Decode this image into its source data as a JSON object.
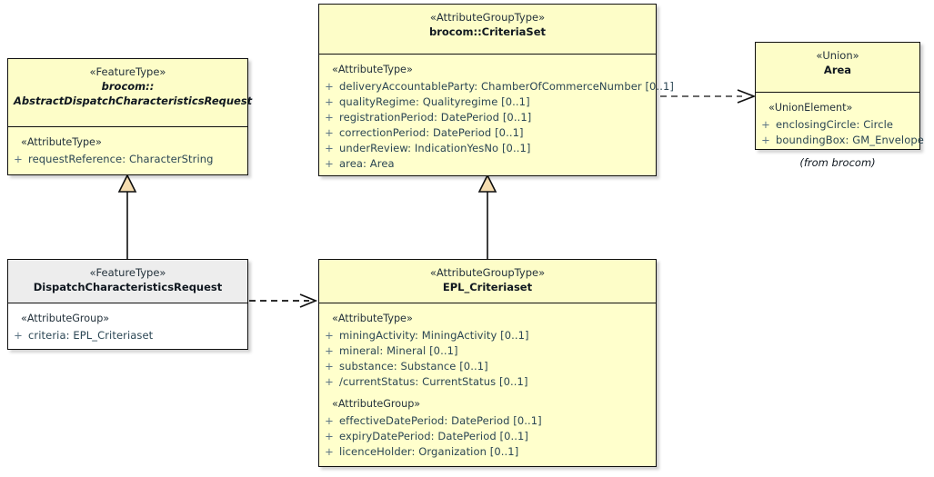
{
  "diagram": {
    "type": "UML class diagram",
    "background": "#ffffff",
    "fill_yellow": "#ffffcc",
    "fill_gray_header": "#ededed",
    "border_color": "#0f0f0f",
    "attribute_text_color": "#2b4654",
    "generalization_arrow_fill": "#f5ddb0"
  },
  "classes": {
    "abstract_dispatch": {
      "stereotype": "«FeatureType»",
      "name_line1": "brocom::",
      "name_line2": "AbstractDispatchCharacteristicsRequest",
      "italic": true,
      "header_style": "yellow",
      "compartments": [
        {
          "group_label": "«AttributeType»",
          "attributes": [
            {
              "visibility": "+",
              "text": "requestReference: CharacterString"
            }
          ]
        }
      ]
    },
    "criteria_set": {
      "stereotype": "«AttributeGroupType»",
      "name_line1": "brocom::CriteriaSet",
      "italic": false,
      "header_style": "yellow",
      "compartments": [
        {
          "group_label": "«AttributeType»",
          "attributes": [
            {
              "visibility": "+",
              "text": "deliveryAccountableParty: ChamberOfCommerceNumber [0..1]"
            },
            {
              "visibility": "+",
              "text": "qualityRegime: Qualityregime [0..1]"
            },
            {
              "visibility": "+",
              "text": "registrationPeriod: DatePeriod [0..1]"
            },
            {
              "visibility": "+",
              "text": "correctionPeriod: DatePeriod [0..1]"
            },
            {
              "visibility": "+",
              "text": "underReview: IndicationYesNo [0..1]"
            },
            {
              "visibility": "+",
              "text": "area: Area"
            }
          ]
        }
      ]
    },
    "area": {
      "stereotype": "«Union»",
      "name_line1": "Area",
      "italic": false,
      "header_style": "yellow",
      "compartments": [
        {
          "group_label": "«UnionElement»",
          "attributes": [
            {
              "visibility": "+",
              "text": "enclosingCircle: Circle"
            },
            {
              "visibility": "+",
              "text": "boundingBox: GM_Envelope"
            }
          ]
        }
      ],
      "note": "(from brocom)"
    },
    "dispatch_request": {
      "stereotype": "«FeatureType»",
      "name_line1": "DispatchCharacteristicsRequest",
      "italic": false,
      "header_style": "gray",
      "compartments": [
        {
          "group_label": "«AttributeGroup»",
          "attributes": [
            {
              "visibility": "+",
              "text": "criteria: EPL_Criteriaset"
            }
          ]
        }
      ]
    },
    "epl_criteriaset": {
      "stereotype": "«AttributeGroupType»",
      "name_line1": "EPL_Criteriaset",
      "italic": false,
      "header_style": "yellow",
      "compartments": [
        {
          "group_label": "«AttributeType»",
          "attributes": [
            {
              "visibility": "+",
              "text": "miningActivity: MiningActivity [0..1]"
            },
            {
              "visibility": "+",
              "text": "mineral: Mineral [0..1]"
            },
            {
              "visibility": "+",
              "text": "substance: Substance [0..1]"
            },
            {
              "visibility": "+",
              "text": "/currentStatus: CurrentStatus [0..1]"
            }
          ]
        },
        {
          "group_label": "«AttributeGroup»",
          "attributes": [
            {
              "visibility": "+",
              "text": "effectiveDatePeriod: DatePeriod [0..1]"
            },
            {
              "visibility": "+",
              "text": "expiryDatePeriod: DatePeriod [0..1]"
            },
            {
              "visibility": "+",
              "text": "licenceHolder: Organization [0..1]"
            }
          ]
        }
      ]
    }
  },
  "connectors": [
    {
      "name": "generalization-dispatch-to-abstract",
      "kind": "generalization",
      "from": "DispatchCharacteristicsRequest",
      "to": "brocom::AbstractDispatchCharacteristicsRequest"
    },
    {
      "name": "generalization-epl-to-criteriaset",
      "kind": "generalization",
      "from": "EPL_Criteriaset",
      "to": "brocom::CriteriaSet"
    },
    {
      "name": "dependency-dispatch-to-epl",
      "kind": "dependency",
      "from": "DispatchCharacteristicsRequest",
      "to": "EPL_Criteriaset"
    },
    {
      "name": "dependency-criteriaset-to-area",
      "kind": "dependency",
      "from": "brocom::CriteriaSet",
      "to": "Area"
    }
  ]
}
